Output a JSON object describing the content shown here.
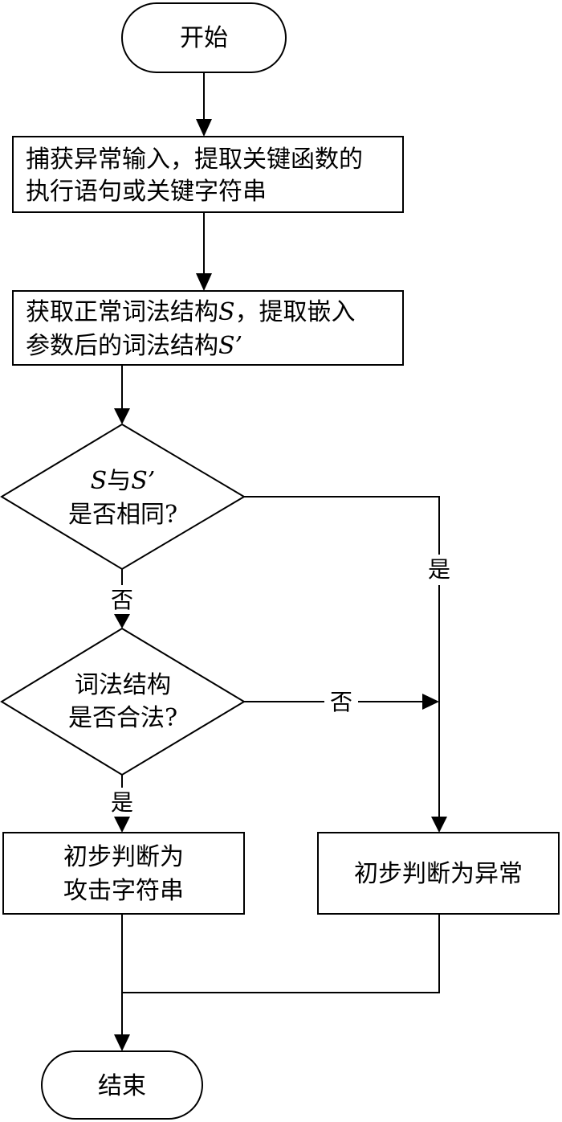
{
  "nodes": {
    "start": {
      "label": "开始"
    },
    "capture": {
      "line1": "捕获异常输入，提取关键函数的",
      "line2": "执行语句或关键字符串"
    },
    "lexical": {
      "line1_prefix": "获取正常词法结构",
      "line1_var": "S",
      "line1_suffix": "，提取嵌入",
      "line2_prefix": "参数后的词法结构",
      "line2_var": "S’"
    },
    "decision_same": {
      "line1_var1": "S",
      "line1_mid": "与",
      "line1_var2": "S’",
      "line2": "是否相同?"
    },
    "decision_legal": {
      "line1": "词法结构",
      "line2": "是否合法?"
    },
    "attack": {
      "line1": "初步判断为",
      "line2": "攻击字符串"
    },
    "abnormal": {
      "label": "初步判断为异常"
    },
    "end": {
      "label": "结束"
    }
  },
  "edges": {
    "same_yes": "是",
    "same_no": "否",
    "legal_no": "否",
    "legal_yes": "是"
  }
}
